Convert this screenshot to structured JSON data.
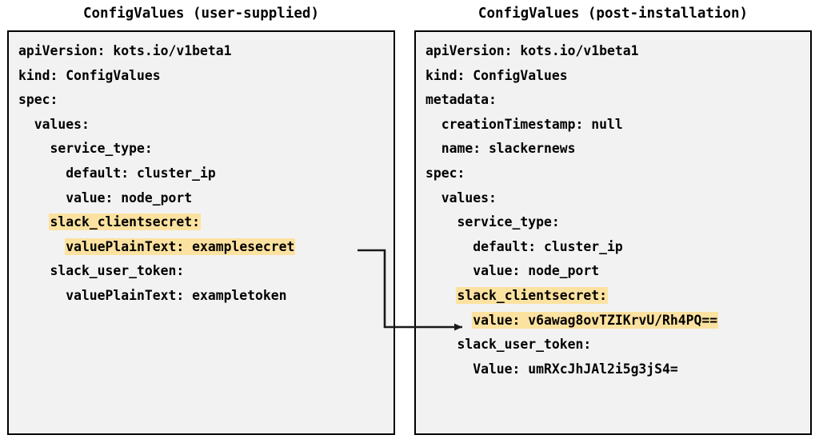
{
  "panels": [
    {
      "caption": "ConfigValues (user-supplied)",
      "lines": [
        [
          {
            "t": "apiVersion: kots.io/v1beta1",
            "hl": false
          }
        ],
        [
          {
            "t": "kind: ConfigValues",
            "hl": false
          }
        ],
        [
          {
            "t": "spec:",
            "hl": false
          }
        ],
        [
          {
            "t": "  values:",
            "hl": false
          }
        ],
        [
          {
            "t": "    service_type:",
            "hl": false
          }
        ],
        [
          {
            "t": "      default: cluster_ip",
            "hl": false
          }
        ],
        [
          {
            "t": "      value: node_port",
            "hl": false
          }
        ],
        [
          {
            "t": "    ",
            "hl": false
          },
          {
            "t": "slack_clientsecret:",
            "hl": true
          }
        ],
        [
          {
            "t": "      ",
            "hl": false
          },
          {
            "t": "valuePlainText: examplesecret",
            "hl": true
          }
        ],
        [
          {
            "t": "    slack_user_token:",
            "hl": false
          }
        ],
        [
          {
            "t": "      valuePlainText: exampletoken",
            "hl": false
          }
        ]
      ]
    },
    {
      "caption": "ConfigValues (post-installation)",
      "lines": [
        [
          {
            "t": "apiVersion: kots.io/v1beta1",
            "hl": false
          }
        ],
        [
          {
            "t": "kind: ConfigValues",
            "hl": false
          }
        ],
        [
          {
            "t": "metadata:",
            "hl": false
          }
        ],
        [
          {
            "t": "  creationTimestamp: null",
            "hl": false
          }
        ],
        [
          {
            "t": "  name: slackernews",
            "hl": false
          }
        ],
        [
          {
            "t": "spec:",
            "hl": false
          }
        ],
        [
          {
            "t": "  values:",
            "hl": false
          }
        ],
        [
          {
            "t": "    service_type:",
            "hl": false
          }
        ],
        [
          {
            "t": "      default: cluster_ip",
            "hl": false
          }
        ],
        [
          {
            "t": "      value: node_port",
            "hl": false
          }
        ],
        [
          {
            "t": "    ",
            "hl": false
          },
          {
            "t": "slack_clientsecret:",
            "hl": true
          }
        ],
        [
          {
            "t": "      ",
            "hl": false
          },
          {
            "t": "value: v6awag8ovTZIKrvU/Rh4PQ==",
            "hl": true
          }
        ],
        [
          {
            "t": "    slack_user_token:",
            "hl": false
          }
        ],
        [
          {
            "t": "      Value: umRXcJhJAl2i5g3jS4=",
            "hl": false
          }
        ]
      ]
    }
  ],
  "colors": {
    "highlight": "#fce2a0",
    "panel_background": "#f2f2f2",
    "panel_border": "#000000",
    "text": "#000000",
    "connector": "#1a1a1a"
  }
}
